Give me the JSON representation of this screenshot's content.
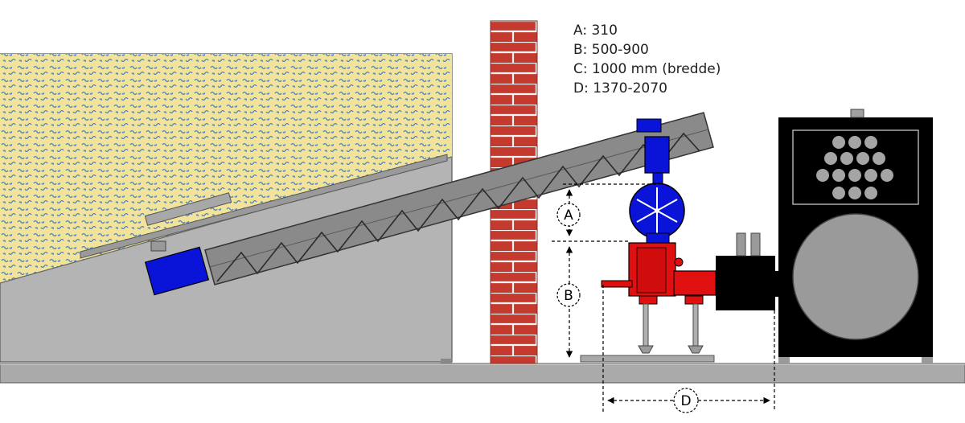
{
  "legend": {
    "a": "A: 310",
    "b": "B: 500-900",
    "c": "C: 1000 mm (bredde)",
    "d": "D: 1370-2070"
  },
  "dimensions": {
    "a_label": "A",
    "b_label": "B",
    "d_label": "D"
  },
  "colors": {
    "pellets": "#f2e39a",
    "pellet_specks": "#4a7fc0",
    "hopper": "#b4b4b4",
    "auger": "#808080",
    "motor": "#0a14d8",
    "brick": "#c43a2e",
    "burner": "#e01010",
    "boiler": "#000000",
    "ground": "#aaaaaa"
  },
  "icons": {
    "fan": "fan-icon",
    "flame_holes": "air-vent-icon"
  }
}
